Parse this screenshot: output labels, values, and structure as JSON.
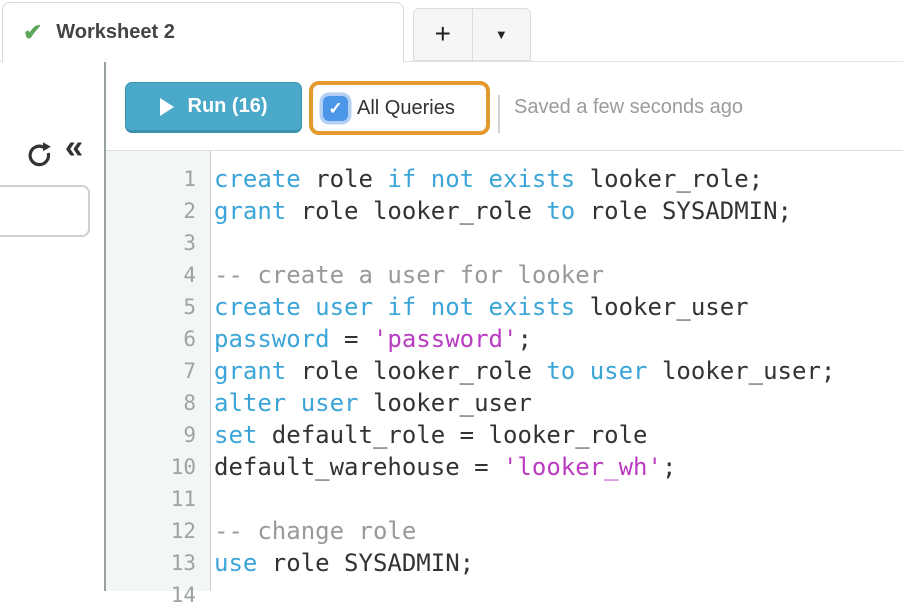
{
  "theme": {
    "keyword": "#3ba5d8",
    "string": "#b93bc1",
    "comment": "#999999",
    "code-text": "#333333",
    "run-bg": "#4aa8c9",
    "run-border": "#3a92ae",
    "highlight": "#e29a2e",
    "checkbox-bg": "#4b96e9",
    "check-green": "#5ca75a"
  },
  "glyphs": {
    "check": "✔",
    "plus": "+",
    "caret_down": "▼",
    "double_chevron_left": "«",
    "checkbox_check": "✓"
  },
  "tab_bar": {
    "active_tab_title": "Worksheet 2"
  },
  "toolbar": {
    "run_label": "Run (16)",
    "all_queries_label": "All Queries",
    "all_queries_checked": true,
    "saved_status": "Saved a few seconds ago"
  },
  "editor": {
    "lines": [
      {
        "no": 1,
        "tokens": [
          [
            "kw",
            "create"
          ],
          [
            "txt",
            " role "
          ],
          [
            "kw",
            "if not exists"
          ],
          [
            "txt",
            " looker_role;"
          ]
        ]
      },
      {
        "no": 2,
        "tokens": [
          [
            "kw",
            "grant"
          ],
          [
            "txt",
            " role looker_role "
          ],
          [
            "kw",
            "to"
          ],
          [
            "txt",
            " role SYSADMIN;"
          ]
        ]
      },
      {
        "no": 3,
        "tokens": []
      },
      {
        "no": 4,
        "tokens": [
          [
            "com",
            "-- create a user for looker"
          ]
        ]
      },
      {
        "no": 5,
        "tokens": [
          [
            "kw",
            "create user if not exists"
          ],
          [
            "txt",
            " looker_user"
          ]
        ]
      },
      {
        "no": 6,
        "tokens": [
          [
            "kw",
            "password"
          ],
          [
            "txt",
            " = "
          ],
          [
            "str",
            "'password'"
          ],
          [
            "txt",
            ";"
          ]
        ]
      },
      {
        "no": 7,
        "tokens": [
          [
            "kw",
            "grant"
          ],
          [
            "txt",
            " role looker_role "
          ],
          [
            "kw",
            "to user"
          ],
          [
            "txt",
            " looker_user;"
          ]
        ]
      },
      {
        "no": 8,
        "tokens": [
          [
            "kw",
            "alter user"
          ],
          [
            "txt",
            " looker_user"
          ]
        ]
      },
      {
        "no": 9,
        "tokens": [
          [
            "kw",
            "set"
          ],
          [
            "txt",
            " default_role = looker_role"
          ]
        ]
      },
      {
        "no": 10,
        "tokens": [
          [
            "txt",
            "default_warehouse = "
          ],
          [
            "str",
            "'looker_wh'"
          ],
          [
            "txt",
            ";"
          ]
        ]
      },
      {
        "no": 11,
        "tokens": []
      },
      {
        "no": 12,
        "tokens": [
          [
            "com",
            "-- change role"
          ]
        ]
      },
      {
        "no": 13,
        "tokens": [
          [
            "kw",
            "use"
          ],
          [
            "txt",
            " role SYSADMIN;"
          ]
        ]
      },
      {
        "no": 14,
        "tokens": []
      }
    ]
  }
}
